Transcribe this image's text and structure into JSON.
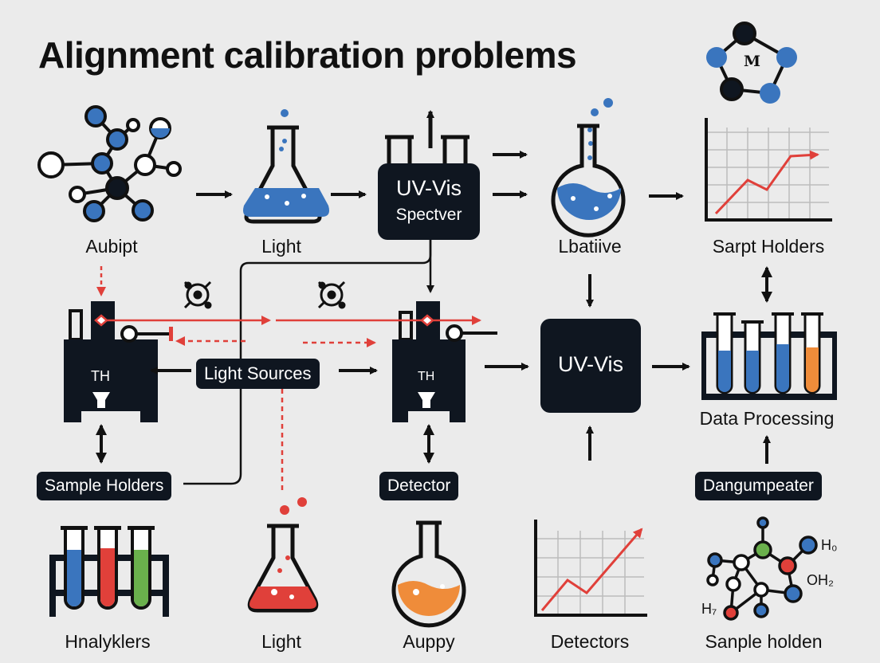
{
  "title": "Alignment calibration problems",
  "logo_letter": "M",
  "top_row": {
    "label1": "Aubipt",
    "label2": "Light",
    "box_line1": "UV-Vis",
    "box_line2": "Spectver",
    "label4": "Lbatiive",
    "label5": "Sarpt Holders"
  },
  "middle_row": {
    "th_left": "TH",
    "th_right": "TH",
    "light_sources": "Light Sources",
    "uvvis": "UV-Vis",
    "data_processing": "Data Processing"
  },
  "pills": {
    "sample_holders": "Sample Holders",
    "detector": "Detector",
    "dangumpeater": "Dangumpeater"
  },
  "bottom_row": {
    "label1": "Hnalyklers",
    "label2": "Light",
    "label3": "Auppy",
    "label4": "Detectors",
    "label5": "Sanple holden"
  },
  "molecule_labels": {
    "h0": "H₀",
    "oh2": "OH₂",
    "h7": "H₇"
  },
  "colors": {
    "dark": "#0f1620",
    "blue": "#3a75be",
    "red": "#e0403a",
    "green": "#6ab04c",
    "orange": "#ef8c3a",
    "bg": "#ebebeb"
  },
  "icons": [
    "molecule-icon",
    "flask-icon",
    "graph-icon",
    "test-tube-rack-icon",
    "atom-icon",
    "arrow-icon"
  ]
}
